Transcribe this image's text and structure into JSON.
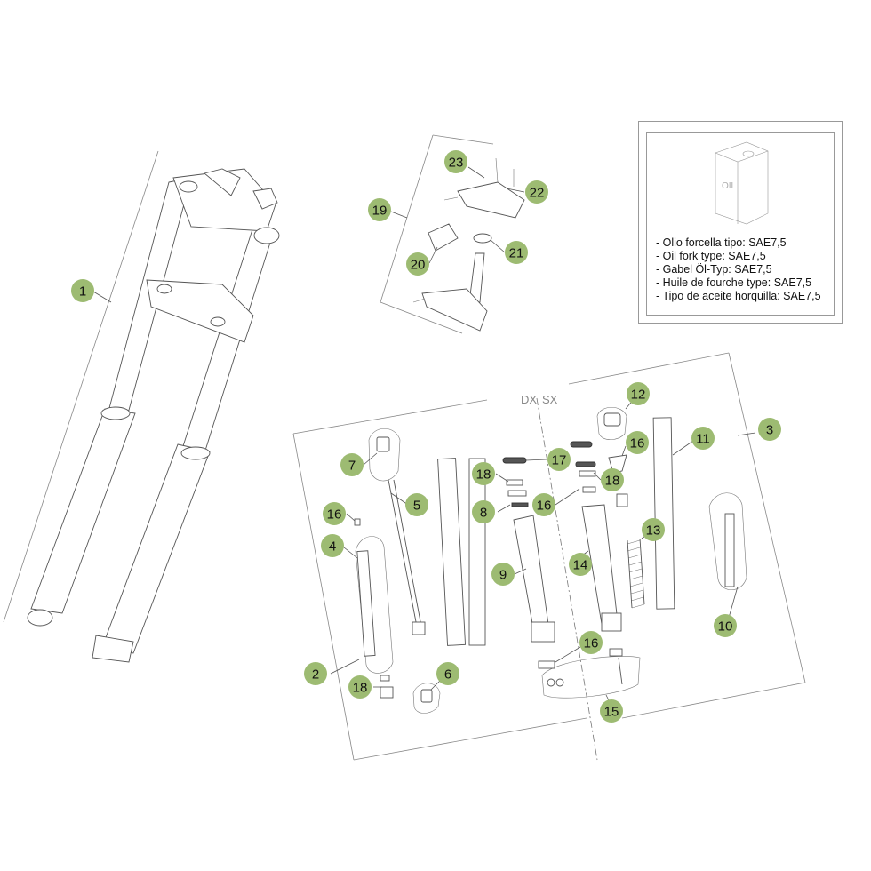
{
  "callouts": [
    {
      "id": "1",
      "label": "1"
    },
    {
      "id": "2",
      "label": "2"
    },
    {
      "id": "3",
      "label": "3"
    },
    {
      "id": "4",
      "label": "4"
    },
    {
      "id": "5",
      "label": "5"
    },
    {
      "id": "6",
      "label": "6"
    },
    {
      "id": "7",
      "label": "7"
    },
    {
      "id": "8",
      "label": "8"
    },
    {
      "id": "9",
      "label": "9"
    },
    {
      "id": "10",
      "label": "10"
    },
    {
      "id": "11",
      "label": "11"
    },
    {
      "id": "12",
      "label": "12"
    },
    {
      "id": "13",
      "label": "13"
    },
    {
      "id": "14",
      "label": "14"
    },
    {
      "id": "15",
      "label": "15"
    },
    {
      "id": "16a",
      "label": "16"
    },
    {
      "id": "16b",
      "label": "16"
    },
    {
      "id": "16c",
      "label": "16"
    },
    {
      "id": "16d",
      "label": "16"
    },
    {
      "id": "17",
      "label": "17"
    },
    {
      "id": "18a",
      "label": "18"
    },
    {
      "id": "18b",
      "label": "18"
    },
    {
      "id": "18c",
      "label": "18"
    },
    {
      "id": "19",
      "label": "19"
    },
    {
      "id": "20",
      "label": "20"
    },
    {
      "id": "21",
      "label": "21"
    },
    {
      "id": "22",
      "label": "22"
    },
    {
      "id": "23",
      "label": "23"
    }
  ],
  "side_labels": {
    "right": "DX",
    "left": "SX"
  },
  "oil_can_label": "OIL",
  "oil_notes": [
    "- Olio forcella tipo: SAE7,5",
    "- Oil fork type: SAE7,5",
    "- Gabel Öl-Typ: SAE7,5",
    "- Huile de fourche type: SAE7,5",
    "- Tipo de aceite horquilla: SAE7,5"
  ],
  "colors": {
    "callout_fill": "#9dbb72",
    "line": "#555555"
  }
}
